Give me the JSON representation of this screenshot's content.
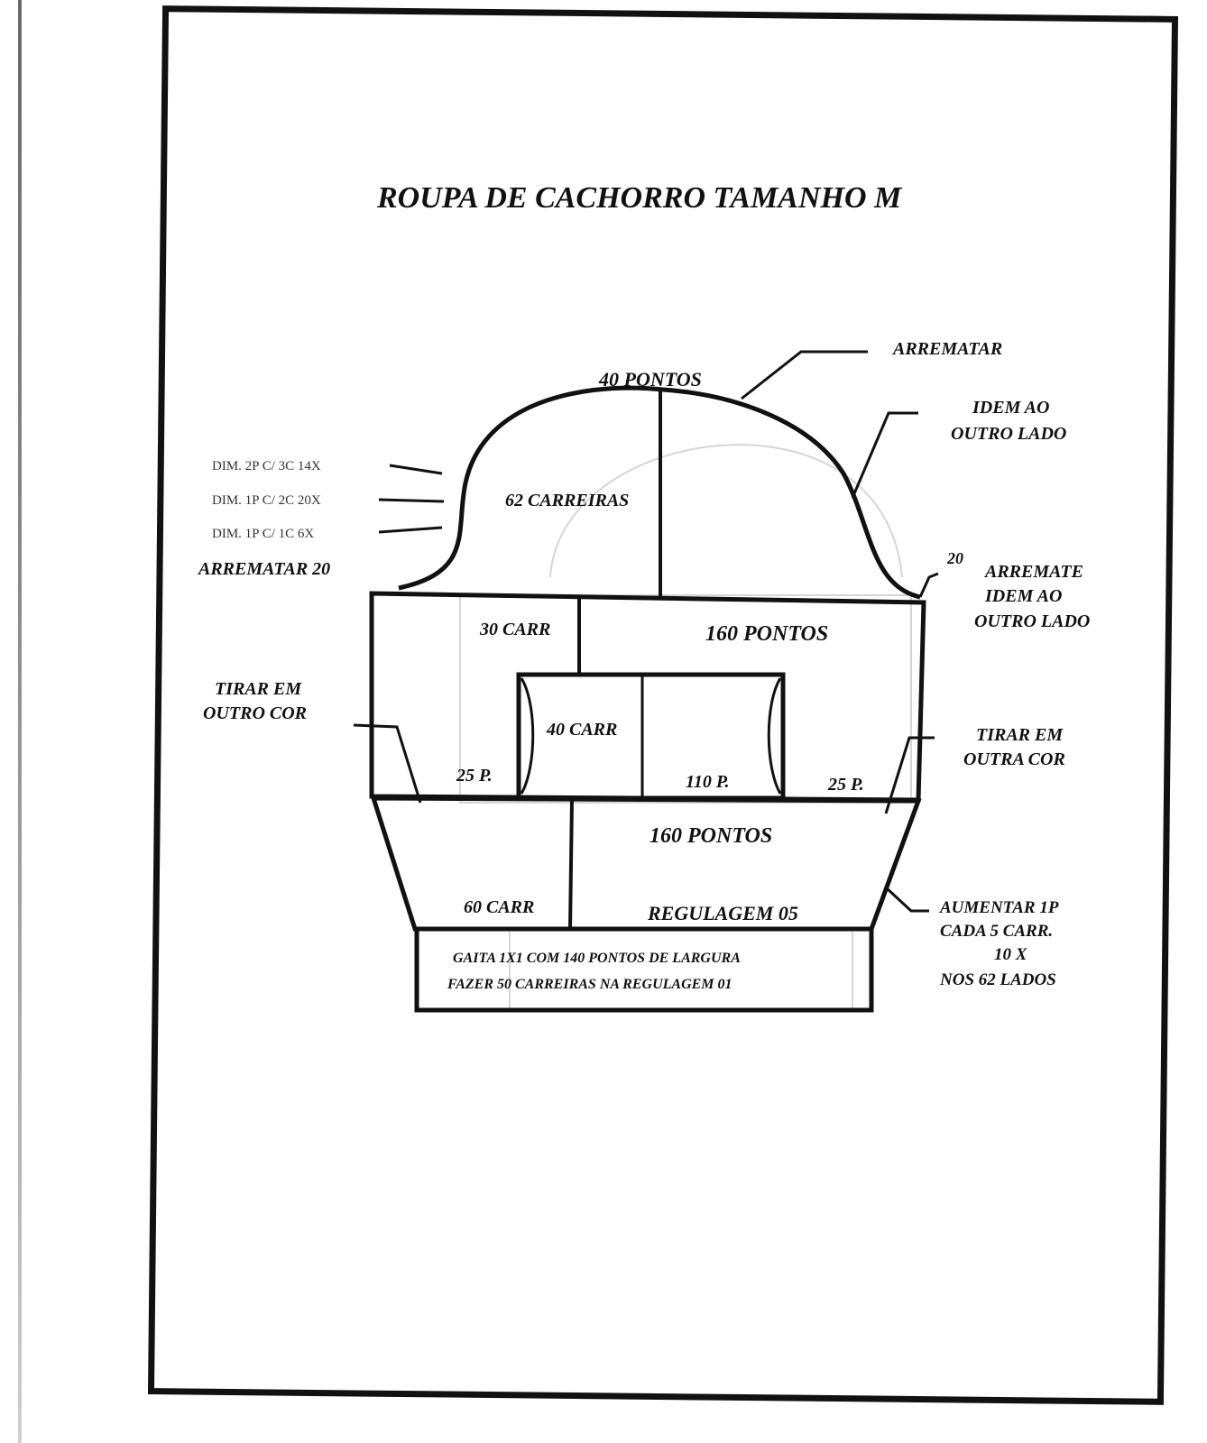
{
  "title": "ROUPA DE CACHORRO  TAMANHO M",
  "labels": {
    "top_stitches": "40 PONTOS",
    "arrematar_top": "ARREMATAR",
    "idem_ao_outro_lado_1": "IDEM  AO",
    "idem_ao_outro_lado_2": "OUTRO LADO",
    "dim_1": "DIM. 2P C/ 3C 14X",
    "dim_2": "DIM. 1P C/ 2C 20X",
    "dim_3": "DIM. 1P C/ 1C  6X",
    "arrematar_left": "ARREMATAR  20",
    "carreiras_62": "62 CARREIRAS",
    "num_20_right": "20",
    "arremate_1": "ARREMATE",
    "arremate_2": "IDEM AO",
    "arremate_3": "OUTRO LADO",
    "carr_30": "30 CARR",
    "pontos_160_top": "160 PONTOS",
    "tirar_left_1": "TIRAR EM",
    "tirar_left_2": "OUTRO COR",
    "carr_40": "40 CARR",
    "p25_left": "25 P.",
    "p110": "110 P.",
    "p25_right": "25 P.",
    "tirar_right_1": "TIRAR EM",
    "tirar_right_2": "OUTRA COR",
    "pontos_160_bottom": "160 PONTOS",
    "carr_60": "60 CARR",
    "regulagem": "REGULAGEM 05",
    "aumentar_1": "AUMENTAR 1P",
    "aumentar_2": "CADA 5 CARR.",
    "aumentar_3": "10 X",
    "aumentar_4": "NOS 62 LADOS",
    "gaita_1": "GAITA 1X1 COM 140 PONTOS DE LARGURA",
    "gaita_2": "FAZER 50 CARREIRAS NA REGULAGEM 01"
  }
}
